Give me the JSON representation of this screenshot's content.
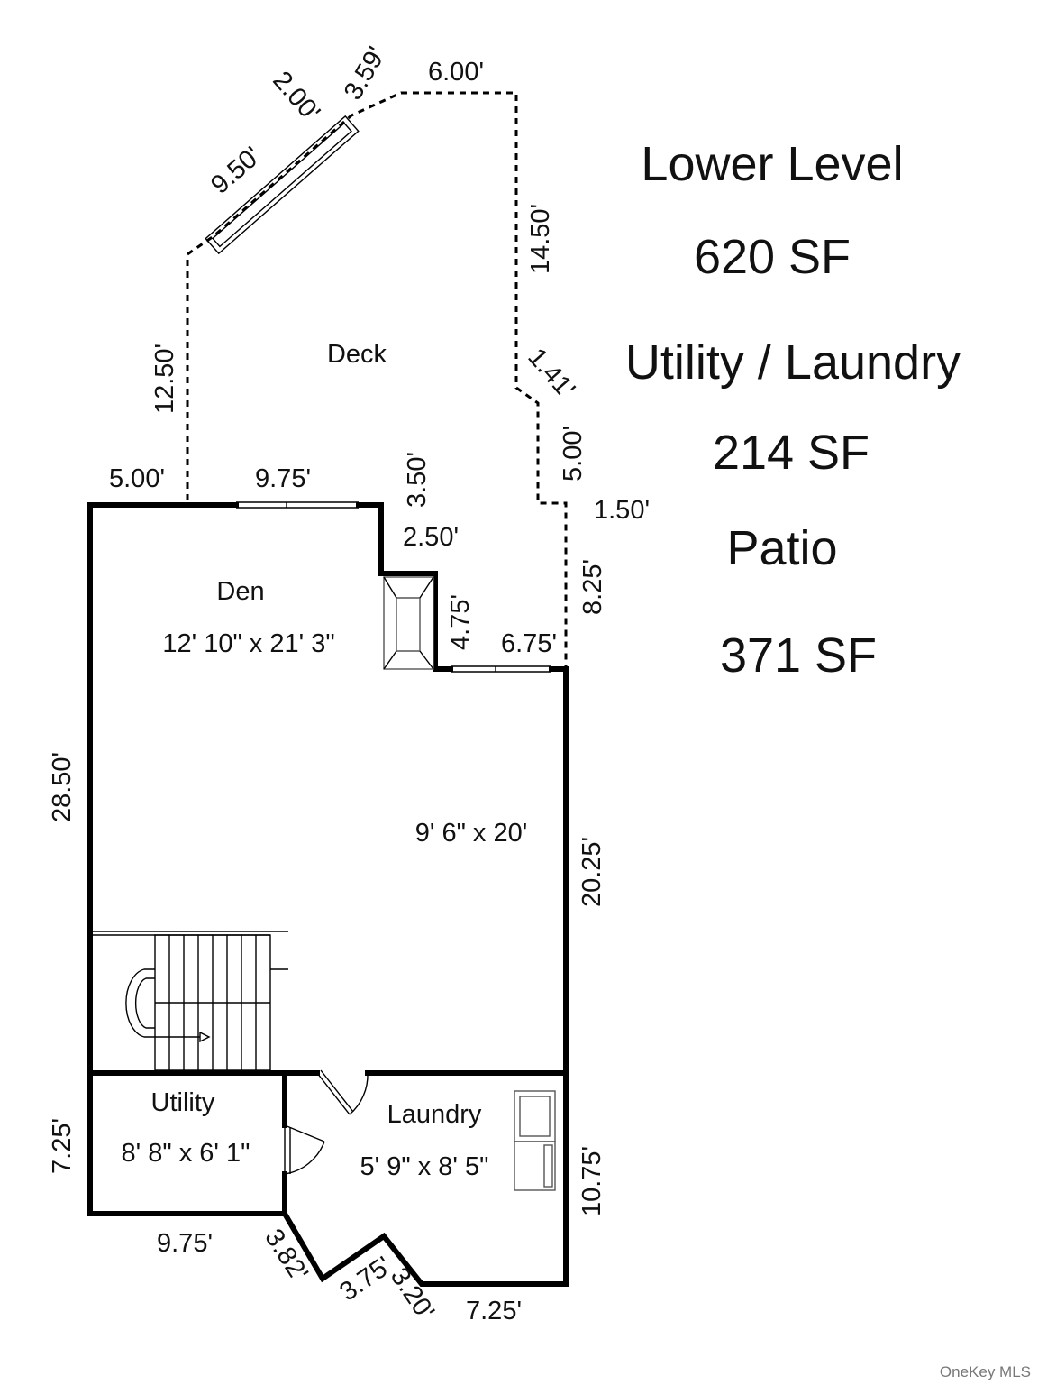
{
  "summary": {
    "lower_level_label": "Lower Level",
    "lower_level_area": "620 SF",
    "utility_laundry_label": "Utility / Laundry",
    "utility_laundry_area": "214 SF",
    "patio_label": "Patio",
    "patio_area": "371 SF"
  },
  "rooms": {
    "deck": "Deck",
    "den_name": "Den",
    "den_size": "12' 10\" x 21' 3\"",
    "main_size": "9' 6\" x 20'",
    "utility_name": "Utility",
    "utility_size": "8' 8\" x 6' 1\"",
    "laundry_name": "Laundry",
    "laundry_size": "5' 9\" x 8' 5\""
  },
  "dimensions": {
    "deck_top": "6.00'",
    "deck_diag_short": "3.59'",
    "deck_bench_width": "2.00'",
    "deck_diag_long": "9.50'",
    "deck_right": "14.50'",
    "deck_left": "12.50'",
    "deck_notch": "1.41'",
    "deck_lower_right": "5.00'",
    "deck_step": "1.50'",
    "deck_side": "8.25'",
    "den_top_left": "5.00'",
    "den_top_door": "9.75'",
    "den_notch_vert": "3.50'",
    "den_notch_horiz": "2.50'",
    "den_fireplace": "4.75'",
    "den_door_right": "6.75'",
    "left_wall": "28.50'",
    "right_wall": "20.25'",
    "utility_left": "7.25'",
    "utility_bottom": "9.75'",
    "bay_left": "3.82'",
    "bay_mid": "3.75'",
    "bay_right": "3.20'",
    "laundry_bottom": "7.25'",
    "laundry_right": "10.75'"
  },
  "watermark": "OneKey MLS"
}
